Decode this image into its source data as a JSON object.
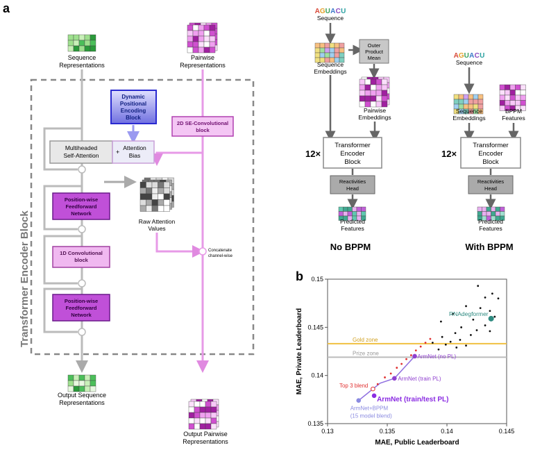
{
  "panel_labels": {
    "a": "a",
    "b": "b"
  },
  "encoder": {
    "vertical_title": "Transformer Encoder Block",
    "seq_repr": [
      "Sequence",
      "Representations"
    ],
    "pair_repr": [
      "Pairwise",
      "Representations"
    ],
    "dpe": [
      "Dynamic",
      "Positional",
      "Encoding",
      "Block"
    ],
    "se_conv": [
      "2D SE-Convolutional",
      "block"
    ],
    "mhsa": [
      "Multiheaded",
      "Self-Attention"
    ],
    "plus": "+",
    "attn_bias": [
      "Attention",
      "Bias"
    ],
    "ffn1": [
      "Position-wise",
      "Feedforward",
      "Network"
    ],
    "raw_attn": [
      "Raw Attention",
      "Values"
    ],
    "conv1d": [
      "1D Convolutional",
      "block"
    ],
    "concat": [
      "Concatenate",
      "channel-wise"
    ],
    "ffn2": [
      "Position-wise",
      "Feedforward",
      "Network"
    ],
    "out_seq": [
      "Output Sequence",
      "Representations"
    ],
    "out_pair": [
      "Output Pairwise",
      "Representations"
    ]
  },
  "no_bppm": {
    "seq_letters": [
      "A",
      "G",
      "U",
      "A",
      "C",
      "U"
    ],
    "sequence": "Sequence",
    "seq_emb": [
      "Sequence",
      "Embeddings"
    ],
    "outer": [
      "Outer",
      "Product",
      "Mean"
    ],
    "pair_emb": [
      "Pairwise",
      "Embeddings"
    ],
    "repeat": "12×",
    "tx": [
      "Transformer",
      "Encoder",
      "Block"
    ],
    "head": [
      "Reactivities",
      "Head"
    ],
    "pred": [
      "Predicted",
      "Features"
    ],
    "title": "No BPPM"
  },
  "with_bppm": {
    "seq_letters": [
      "A",
      "G",
      "U",
      "A",
      "C",
      "U"
    ],
    "sequence": "Sequence",
    "seq_emb": [
      "Sequence",
      "Embeddings"
    ],
    "bppm": [
      "BPPM",
      "Features"
    ],
    "repeat": "12×",
    "tx": [
      "Transformer",
      "Encoder",
      "Block"
    ],
    "head": [
      "Reactivities",
      "Head"
    ],
    "pred": [
      "Predicted",
      "Features"
    ],
    "title": "With BPPM"
  },
  "letter_colors": [
    "#d84a3a",
    "#e2a12a",
    "#3aa05a",
    "#3a78c8",
    "#8a4ac0",
    "#2aa0a0"
  ],
  "chart_data": {
    "type": "scatter",
    "xlabel": "MAE, Public Leaderboard",
    "ylabel": "MAE, Private Leaderboard",
    "xlim": [
      0.13,
      0.145
    ],
    "ylim": [
      0.135,
      0.15
    ],
    "xticks": [
      "0.13",
      "0.135",
      "0.14",
      "0.145"
    ],
    "yticks": [
      "0.135",
      "0.14",
      "0.145",
      "0.15"
    ],
    "reference_lines": [
      {
        "label": "Gold zone",
        "y": 0.1433,
        "color": "#f0c040"
      },
      {
        "label": "Prize zone",
        "y": 0.1419,
        "color": "#bbbbbb"
      }
    ],
    "black_points": [
      [
        0.1426,
        0.1493
      ],
      [
        0.1438,
        0.1485
      ],
      [
        0.1432,
        0.1481
      ],
      [
        0.1443,
        0.148
      ],
      [
        0.1416,
        0.1472
      ],
      [
        0.1428,
        0.147
      ],
      [
        0.1436,
        0.1467
      ],
      [
        0.1405,
        0.1464
      ],
      [
        0.144,
        0.1461
      ],
      [
        0.1422,
        0.1458
      ],
      [
        0.1395,
        0.1456
      ],
      [
        0.1432,
        0.1452
      ],
      [
        0.1412,
        0.145
      ],
      [
        0.1425,
        0.1447
      ],
      [
        0.1436,
        0.1446
      ],
      [
        0.1407,
        0.1444
      ],
      [
        0.142,
        0.1442
      ],
      [
        0.1396,
        0.144
      ],
      [
        0.1411,
        0.1437
      ],
      [
        0.1403,
        0.1435
      ],
      [
        0.1388,
        0.1434
      ],
      [
        0.1399,
        0.1432
      ],
      [
        0.1416,
        0.1431
      ],
      [
        0.1408,
        0.1429
      ],
      [
        0.1393,
        0.1427
      ]
    ],
    "red_points": [
      [
        0.1342,
        0.1391
      ],
      [
        0.1348,
        0.1398
      ],
      [
        0.1353,
        0.1402
      ],
      [
        0.1358,
        0.1408
      ],
      [
        0.1362,
        0.1412
      ],
      [
        0.1366,
        0.1417
      ],
      [
        0.137,
        0.1421
      ],
      [
        0.1374,
        0.1426
      ],
      [
        0.1378,
        0.143
      ],
      [
        0.1382,
        0.1434
      ],
      [
        0.1386,
        0.1438
      ]
    ],
    "labeled_points": [
      {
        "name": "RNAdegformer",
        "x": 0.1437,
        "y": 0.1459,
        "color": "#2e8a80"
      },
      {
        "name": "ArmNet (no PL)",
        "x": 0.1373,
        "y": 0.142,
        "color": "#9040d0"
      },
      {
        "name": "ArmNet (train PL)",
        "x": 0.1356,
        "y": 0.1397,
        "color": "#9040d0"
      },
      {
        "name": "Top 3 blend",
        "x": 0.1338,
        "y": 0.1386,
        "color": "#e03030"
      },
      {
        "name": "ArmNet (train/test PL)",
        "x": 0.1339,
        "y": 0.1379,
        "color": "#8a2be2"
      },
      {
        "name": "ArmNet+BPPM",
        "x": 0.1326,
        "y": 0.1374,
        "color": "#8a8ae0"
      }
    ],
    "subnote": "(15 model blend)",
    "trend_points": [
      [
        0.1326,
        0.1374
      ],
      [
        0.1333,
        0.1381
      ],
      [
        0.1344,
        0.1392
      ],
      [
        0.1356,
        0.1397
      ],
      [
        0.1373,
        0.142
      ]
    ]
  }
}
